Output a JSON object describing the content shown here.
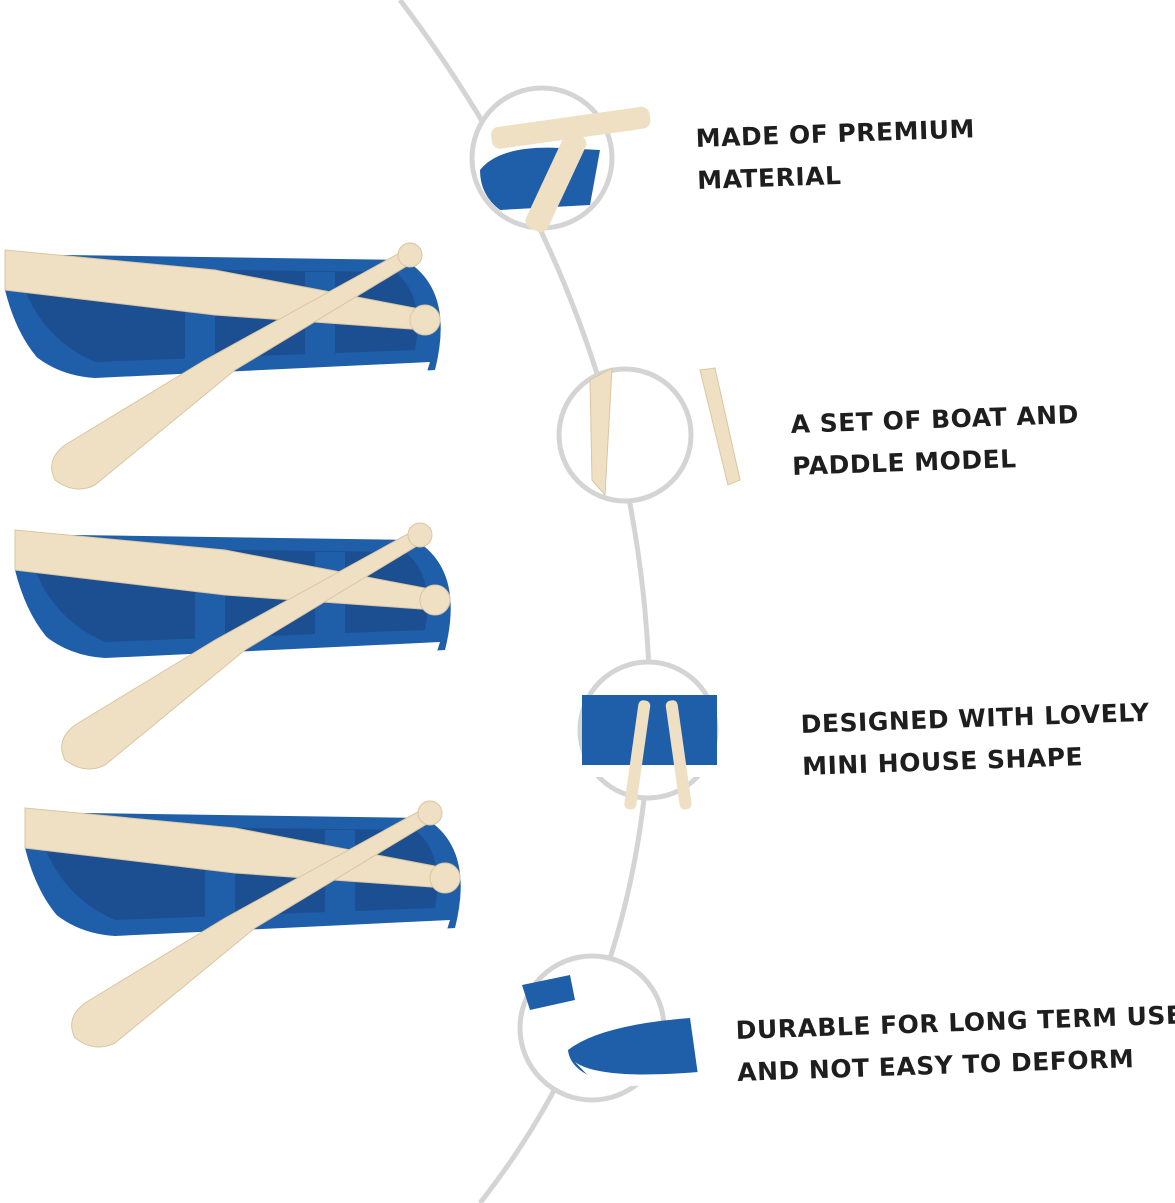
{
  "features": [
    {
      "line1": "MADE OF PREMIUM",
      "line2": "MATERIAL",
      "detail_icon": "paddle-closeup"
    },
    {
      "line1": "A SET OF BOAT AND",
      "line2": "PADDLE MODEL",
      "detail_icon": "paddle-blades-closeup"
    },
    {
      "line1": "DESIGNED WITH LOVELY",
      "line2": "MINI HOUSE SHAPE",
      "detail_icon": "boat-interior-closeup"
    },
    {
      "line1": "DURABLE FOR LONG TERM USE",
      "line2": "AND NOT EASY TO DEFORM",
      "detail_icon": "boat-hull-closeup"
    }
  ],
  "colors": {
    "hull": "#1f5ea8",
    "hull_dark": "#163f78",
    "stripe": "#ffffff",
    "wood": "#efe0c4",
    "wood_edge": "#d9c6a2",
    "ring": "#d4d4d4"
  }
}
